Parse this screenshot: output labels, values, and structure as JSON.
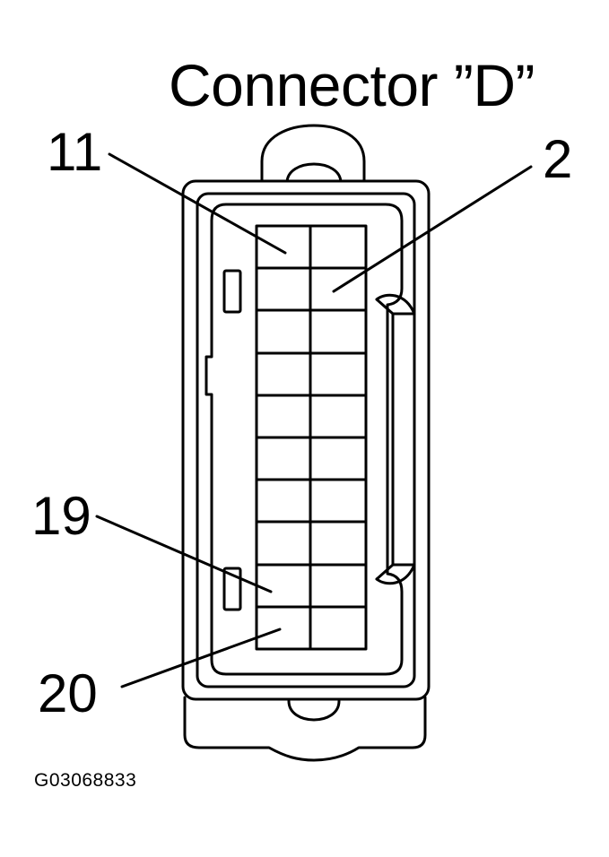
{
  "diagram": {
    "title": "Connector ”D”",
    "figure_id": "G03068833",
    "pin_labels": [
      {
        "id": "pin-11",
        "text": "11"
      },
      {
        "id": "pin-2",
        "text": "2"
      },
      {
        "id": "pin-19",
        "text": "19"
      },
      {
        "id": "pin-20",
        "text": "20"
      }
    ],
    "cavity_grid": {
      "rows": 10,
      "columns": 2
    },
    "line_color": "#000000",
    "background_color": "#ffffff"
  }
}
